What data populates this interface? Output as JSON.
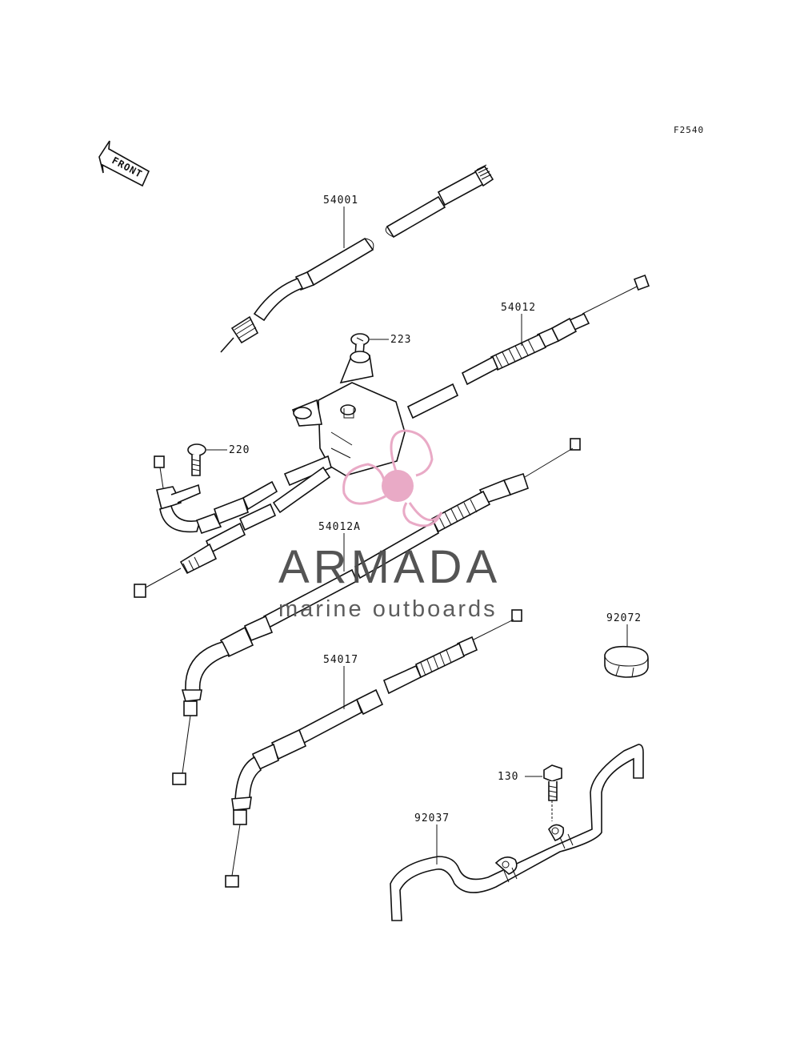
{
  "figure_code": "F2540",
  "front_marker": "FRONT",
  "parts": [
    {
      "number": "54001"
    },
    {
      "number": "54012"
    },
    {
      "number": "223"
    },
    {
      "number": "220"
    },
    {
      "number": "54012A"
    },
    {
      "number": "92072"
    },
    {
      "number": "54017"
    },
    {
      "number": "130"
    },
    {
      "number": "92037"
    }
  ],
  "watermark": {
    "title": "ARMADA",
    "subtitle": "marine outboards",
    "logo_color": "#e8a6c4",
    "logo_icon": "propeller-icon"
  },
  "colors": {
    "line": "#111111",
    "background": "#ffffff"
  }
}
